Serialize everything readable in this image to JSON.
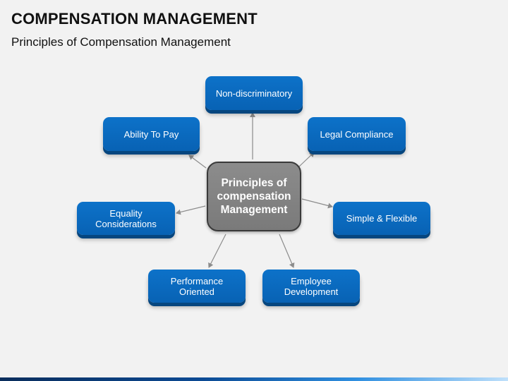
{
  "header": {
    "title": "COMPENSATION MANAGEMENT",
    "subtitle": "Principles of Compensation Management"
  },
  "diagram": {
    "center": "Principles of\ncompensation\nManagement",
    "nodes": {
      "non_discriminatory": "Non-discriminatory",
      "ability_to_pay": "Ability To Pay",
      "legal_compliance": "Legal Compliance",
      "equality_considerations": "Equality\nConsiderations",
      "simple_flexible": "Simple & Flexible",
      "performance_oriented": "Performance\nOriented",
      "employee_development": "Employee\nDevelopment"
    }
  },
  "colors": {
    "node_blue": "#0b6cc2",
    "center_gray": "#808080",
    "arrow_gray": "#8c8c8c"
  }
}
